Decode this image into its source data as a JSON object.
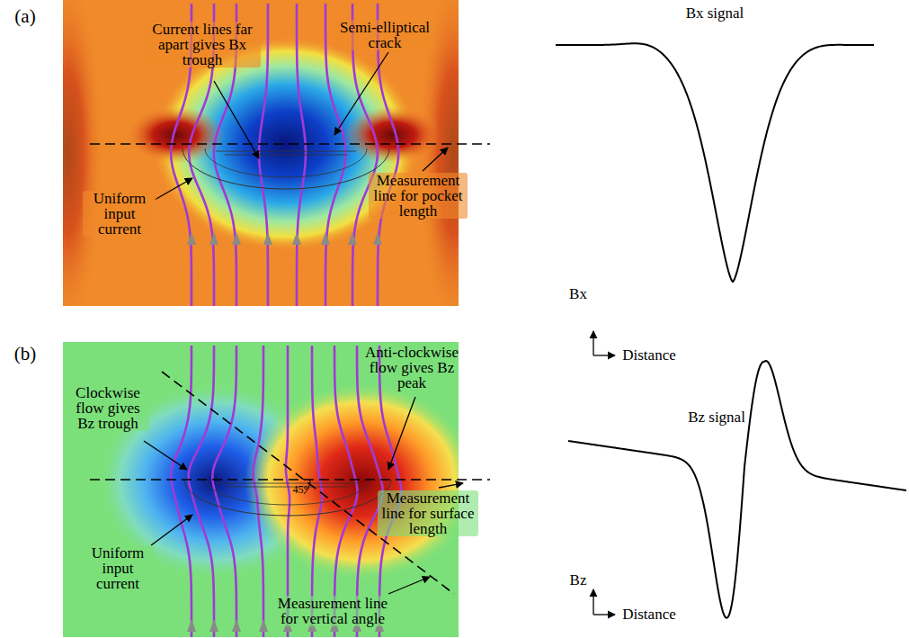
{
  "diagram": {
    "labels": [
      "(a)",
      "Current lines far apart gives Bx trough",
      "Semi-elliptical crack",
      "Measurement line for pocket length",
      "Uniform input current",
      "Bx signal",
      "Bx",
      "Distance",
      "(b)",
      "Clockwise flow gives Bz trough",
      "Anti-clockwise flow gives Bz peak",
      "45°",
      "Measurement line for surface length",
      "Uniform input current",
      "Measurement line for vertical angle",
      "Bz signal",
      "Bz",
      "Distance"
    ]
  }
}
